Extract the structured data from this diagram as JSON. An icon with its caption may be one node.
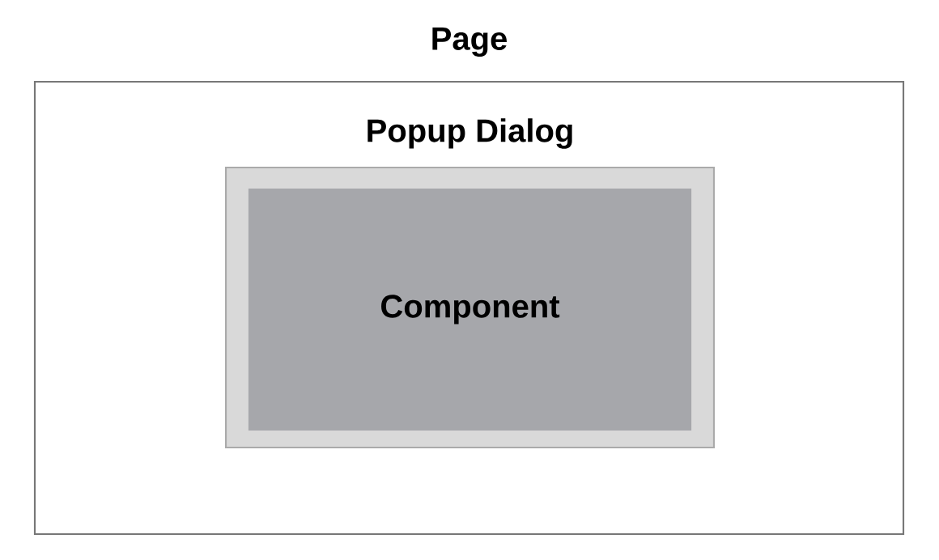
{
  "diagram": {
    "nodes": [
      {
        "text": [
          "Page"
        ]
      },
      {
        "text": [
          "Popup Dialog"
        ],
        "in": 0
      },
      {
        "text": [
          "Component"
        ],
        "in": 1
      }
    ]
  }
}
